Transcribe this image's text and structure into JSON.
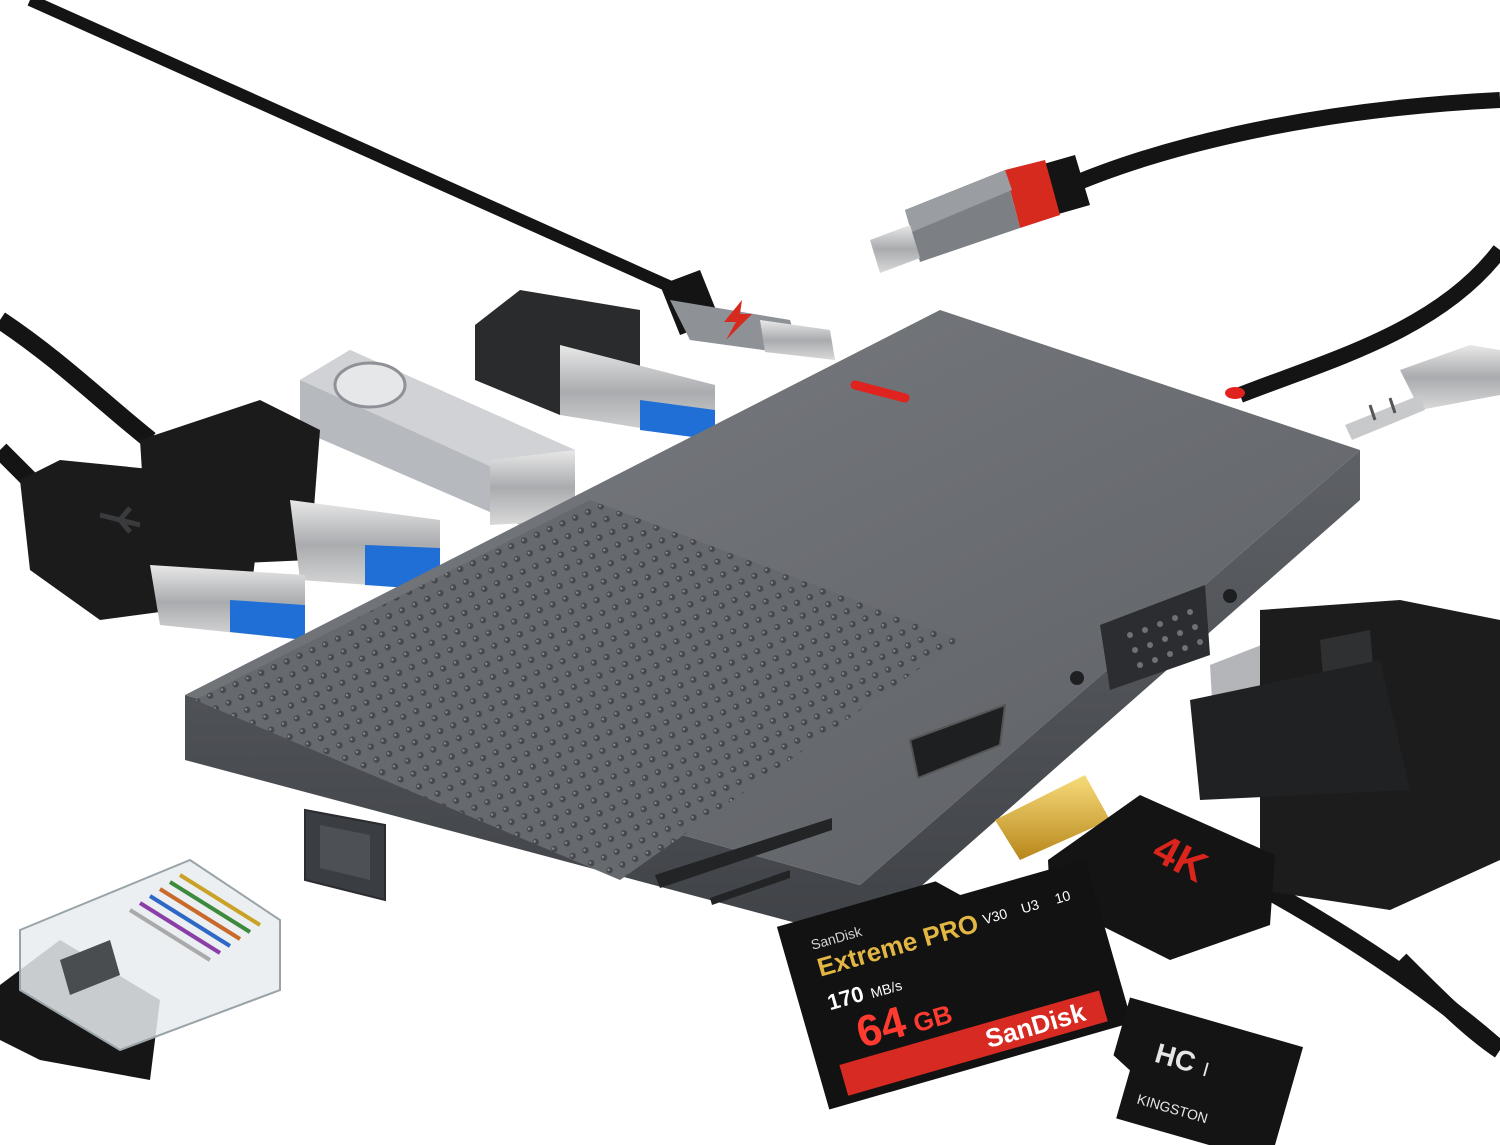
{
  "hdmi_cable": {
    "badge": "4K"
  },
  "sd_card": {
    "brand_small": "SanDisk",
    "product_line": "Extreme PRO",
    "speed": "170",
    "speed_unit": "MB/s",
    "capacity": "64",
    "capacity_unit": "GB",
    "brand_band": "SanDisk",
    "marks": [
      "V30",
      "U3",
      "10"
    ]
  },
  "micro_sd": {
    "marks": [
      "HC",
      "I"
    ],
    "brand": "KINGSTON"
  },
  "colors": {
    "hub_body": "#5b5e63",
    "hub_top": "#6d7075",
    "accent_red": "#e0231e",
    "usb3_blue": "#1f6fd6",
    "cable_black": "#141414",
    "hdmi_gold": "#e6b93a",
    "sd_red_band": "#d62a22"
  },
  "icons": [
    "lightning-bolt-icon",
    "usb-trident-icon",
    "ss-usb-icon"
  ]
}
